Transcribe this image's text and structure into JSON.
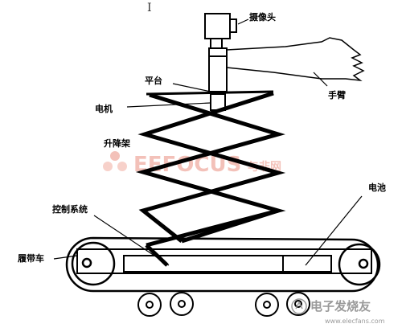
{
  "labels": {
    "camera": "摄像头",
    "platform": "平台",
    "arm": "手臂",
    "motor": "电机",
    "lift_frame": "升降架",
    "battery": "电池",
    "control_system": "控制系统",
    "tracked_vehicle": "履带车"
  },
  "watermarks": {
    "center_brand": "EEFOCUS",
    "center_cn": "与非网",
    "corner": "电子发烧友",
    "corner_url": "www.elecfans.com"
  },
  "cursor": "I",
  "colors": {
    "line": "#000000",
    "watermark": "#f2b7ad",
    "corner_watermark": "#9a9a9a"
  }
}
